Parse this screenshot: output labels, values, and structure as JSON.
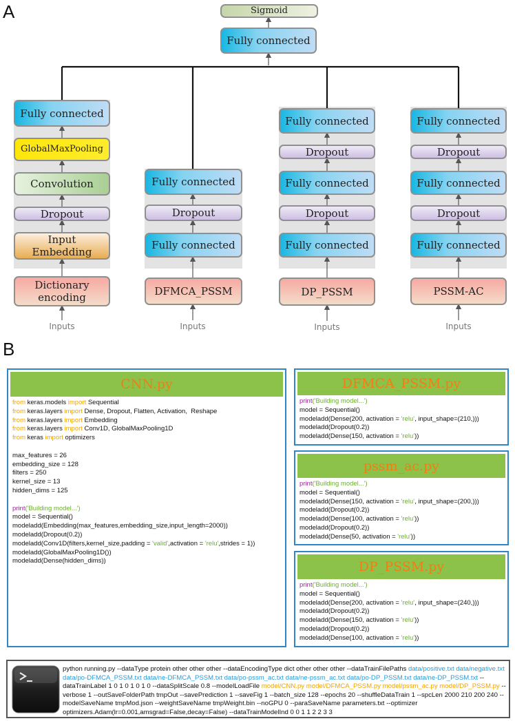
{
  "panels": {
    "a_label": "A",
    "b_label": "B"
  },
  "diagram": {
    "sigmoid": "Sigmoid",
    "top_fc": "Fully connected",
    "columns": [
      {
        "input": "Inputs",
        "boxes": [
          "Fully connected",
          "GlobalMaxPooling",
          "Convolution",
          "Dropout",
          "Input Embedding",
          "Dictionary encoding"
        ]
      },
      {
        "input": "Inputs",
        "boxes": [
          "Fully connected",
          "Dropout",
          "Fully connected",
          "DFMCA_PSSM"
        ]
      },
      {
        "input": "Inputs",
        "boxes": [
          "Fully connected",
          "Dropout",
          "Fully connected",
          "Dropout",
          "Fully connected",
          "DP_PSSM"
        ]
      },
      {
        "input": "Inputs",
        "boxes": [
          "Fully connected",
          "Dropout",
          "Fully connected",
          "Dropout",
          "Fully connected",
          "PSSM-AC"
        ]
      }
    ]
  },
  "code": {
    "cnn": {
      "title": "CNN.py",
      "lines": [
        [
          [
            "k",
            "from"
          ],
          [
            "t",
            " keras.models "
          ],
          [
            "k",
            "import"
          ],
          [
            "t",
            " Sequential"
          ]
        ],
        [
          [
            "k",
            "from"
          ],
          [
            "t",
            " keras.layers "
          ],
          [
            "k",
            "import"
          ],
          [
            "t",
            " Dense, Dropout, Flatten, Activation,  Reshape"
          ]
        ],
        [
          [
            "k",
            "from"
          ],
          [
            "t",
            " keras.layers "
          ],
          [
            "k",
            "import"
          ],
          [
            "t",
            " Embedding"
          ]
        ],
        [
          [
            "k",
            "from"
          ],
          [
            "t",
            " keras.layers "
          ],
          [
            "k",
            "import"
          ],
          [
            "t",
            " Conv1D, GlobalMaxPooling1D"
          ]
        ],
        [
          [
            "k",
            "from"
          ],
          [
            "t",
            " keras "
          ],
          [
            "k",
            "import"
          ],
          [
            "t",
            " optimizers"
          ]
        ],
        [
          [
            "t",
            ""
          ]
        ],
        [
          [
            "t",
            "max_features = 26"
          ]
        ],
        [
          [
            "t",
            "embedding_size = 128"
          ]
        ],
        [
          [
            "t",
            "filters = 250"
          ]
        ],
        [
          [
            "t",
            "kernel_size = 13"
          ]
        ],
        [
          [
            "t",
            "hidden_dims = 125"
          ]
        ],
        [
          [
            "t",
            ""
          ]
        ],
        [
          [
            "f",
            "print"
          ],
          [
            "s",
            "('Building model...')"
          ]
        ],
        [
          [
            "t",
            "model = Sequential()"
          ]
        ],
        [
          [
            "t",
            "modeladd(Embedding(max_features,embedding_size,input_length=2000))"
          ]
        ],
        [
          [
            "t",
            "modeladd(Dropout(0.2))"
          ]
        ],
        [
          [
            "t",
            "modeladd(Conv1D(filters,kernel_size,padding = "
          ],
          [
            "s",
            "'valid'"
          ],
          [
            "t",
            ",activation = "
          ],
          [
            "s",
            "'relu'"
          ],
          [
            "t",
            ",strides = 1))"
          ]
        ],
        [
          [
            "t",
            "modeladd(GlobalMaxPooling1D())"
          ]
        ],
        [
          [
            "t",
            "modeladd(Dense(hidden_dims))"
          ]
        ]
      ]
    },
    "dfmca": {
      "title": "DFMCA_PSSM.py",
      "lines": [
        [
          [
            "f",
            "print"
          ],
          [
            "s",
            "('Building model...')"
          ]
        ],
        [
          [
            "t",
            "model = Sequential()"
          ]
        ],
        [
          [
            "t",
            "modeladd(Dense(200, activation = "
          ],
          [
            "s",
            "'relu'"
          ],
          [
            "t",
            ", input_shape=(210,)))"
          ]
        ],
        [
          [
            "t",
            "modeladd(Dropout(0.2))"
          ]
        ],
        [
          [
            "t",
            "modeladd(Dense(150, activation = "
          ],
          [
            "s",
            "'relu'"
          ],
          [
            "t",
            "))"
          ]
        ]
      ]
    },
    "pssm_ac": {
      "title": "pssm_ac.py",
      "lines": [
        [
          [
            "f",
            "print"
          ],
          [
            "s",
            "('Building model...')"
          ]
        ],
        [
          [
            "t",
            "model = Sequential()"
          ]
        ],
        [
          [
            "t",
            "modeladd(Dense(150, activation = "
          ],
          [
            "s",
            "'relu'"
          ],
          [
            "t",
            ", input_shape=(200,)))"
          ]
        ],
        [
          [
            "t",
            "modeladd(Dropout(0.2))"
          ]
        ],
        [
          [
            "t",
            "modeladd(Dense(100, activation = "
          ],
          [
            "s",
            "'relu'"
          ],
          [
            "t",
            "))"
          ]
        ],
        [
          [
            "t",
            "modeladd(Dropout(0.2))"
          ]
        ],
        [
          [
            "t",
            "modeladd(Dense(50, activation = "
          ],
          [
            "s",
            "'relu'"
          ],
          [
            "t",
            "))"
          ]
        ]
      ]
    },
    "dp_pssm": {
      "title": "DP_PSSM.py",
      "lines": [
        [
          [
            "f",
            "print"
          ],
          [
            "s",
            "('Building model...')"
          ]
        ],
        [
          [
            "t",
            "model = Sequential()"
          ]
        ],
        [
          [
            "t",
            "modeladd(Dense(200, activation = "
          ],
          [
            "s",
            "'relu'"
          ],
          [
            "t",
            ", input_shape=(240,)))"
          ]
        ],
        [
          [
            "t",
            "modeladd(Dropout(0.2))"
          ]
        ],
        [
          [
            "t",
            "modeladd(Dense(150, activation = "
          ],
          [
            "s",
            "'relu'"
          ],
          [
            "t",
            "))"
          ]
        ],
        [
          [
            "t",
            "modeladd(Dropout(0.2))"
          ]
        ],
        [
          [
            "t",
            "modeladd(Dense(100, activation = "
          ],
          [
            "s",
            "'relu'"
          ],
          [
            "t",
            "))"
          ]
        ]
      ]
    }
  },
  "terminal": {
    "segments": [
      [
        "t",
        "python running.py --dataType protein other other other --dataEncodingType dict other other other --dataTrainFilePaths "
      ],
      [
        "b",
        "data/positive.txt data/negative.txt data/po-DFMCA_PSSM.txt data/ne-DFMCA_PSSM.txt data/po-pssm_ac.txt data/ne-pssm_ac.txt data/po-DP_PSSM.txt data/ne-DP_PSSM.txt"
      ],
      [
        "t",
        " --dataTrainLabel 1 0 1 0 1 0 1 0 --dataSplitScale 0.8 --modelLoadFile "
      ],
      [
        "o",
        "model/CNN.py model/DFMCA_PSSM.py model/pssm_ac.py model/DP_PSSM.py"
      ],
      [
        "t",
        " --verbose 1 --outSaveFolderPath tmpOut --savePrediction 1 --saveFig 1 --batch_size 128 --epochs 20 --shuffleDataTrain 1 --spcLen 2000 210 200 240 --modelSaveName tmpMod.json --weightSaveName tmpWeight.bin --noGPU 0 --paraSaveName parameters.txt --optimizer optimizers.Adam(lr=0.001,amsgrad=False,decay=False) --dataTrainModelInd 0 0 1 1 2 2 3 3"
      ]
    ]
  },
  "colors": {
    "card_border": "#2c86c8",
    "card_header": "#8cc24a",
    "title_text": "#f07e12",
    "keyword": "#f0a400",
    "print": "#a3239d",
    "string": "#6bae2f",
    "path_blue": "#2a9bd8"
  }
}
